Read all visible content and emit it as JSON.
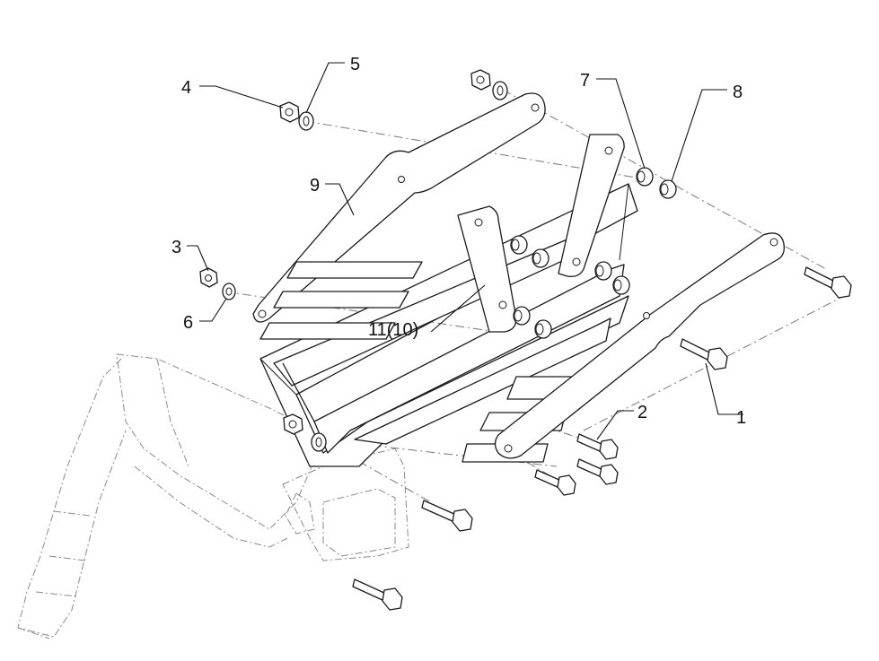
{
  "callouts": {
    "c1": "1",
    "c2": "2",
    "c3": "3",
    "c4": "4",
    "c5": "5",
    "c6": "6",
    "c7": "7",
    "c8": "8",
    "c9": "9",
    "c11": "11(10)"
  },
  "colors": {
    "line": "#1a1a1a",
    "hidden_line": "#8a8a8a",
    "background": "#ffffff"
  }
}
